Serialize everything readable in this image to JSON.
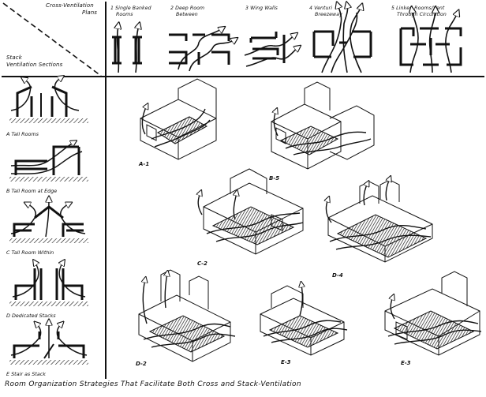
{
  "header": {
    "cross_title_1": "Cross-Ventilation",
    "cross_title_2": "Plans",
    "stack_title_1": "Stack",
    "stack_title_2": "Ventilation Sections"
  },
  "plans": [
    {
      "label_1": "1 Single Banked",
      "label_2": "Rooms"
    },
    {
      "label_1": "2 Deep Room",
      "label_2": "Between"
    },
    {
      "label_1": "3 Wing Walls",
      "label_2": ""
    },
    {
      "label_1": "4 Venturi",
      "label_2": "Breezeway"
    },
    {
      "label_1": "5 Linked Rooms/Vent",
      "label_2": "Through Circulation"
    }
  ],
  "sections": [
    {
      "label": "A  Tall Rooms"
    },
    {
      "label": "B  Tall Room at Edge"
    },
    {
      "label": "C  Tall Room Within"
    },
    {
      "label": "D  Dedicated Stacks"
    },
    {
      "label": "E  Stair as Stack"
    }
  ],
  "isometrics": [
    {
      "label": "A-1"
    },
    {
      "label": "B-5"
    },
    {
      "label": "C-2"
    },
    {
      "label": "D-4"
    },
    {
      "label": "D-2"
    },
    {
      "label": "E-3"
    },
    {
      "label": "E-3"
    }
  ],
  "caption": "Room Organization Strategies That Facilitate Both Cross and Stack-Ventilation"
}
